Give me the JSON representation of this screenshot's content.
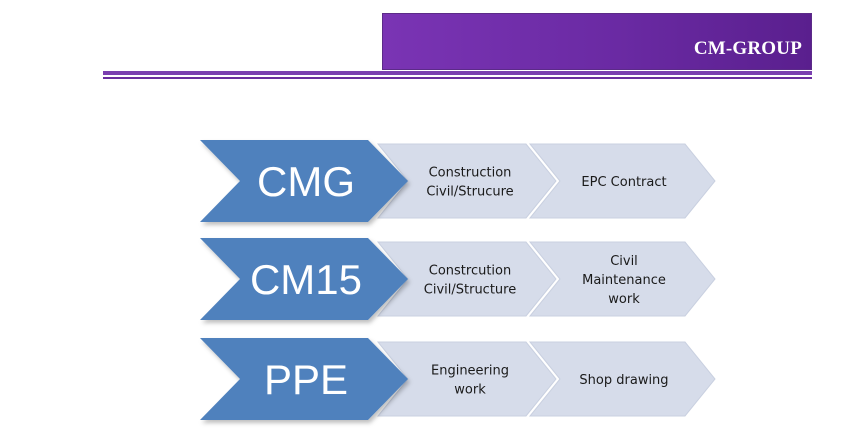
{
  "header": {
    "brand": "CM-GROUP"
  },
  "rows": [
    {
      "title": "CMG",
      "steps": [
        [
          "Construction",
          "Civil/Strucure"
        ],
        [
          "EPC Contract"
        ]
      ]
    },
    {
      "title": "CM15",
      "steps": [
        [
          "Constrcution",
          "Civil/Structure"
        ],
        [
          "Civil",
          "Maintenance",
          "work"
        ]
      ]
    },
    {
      "title": "PPE",
      "steps": [
        [
          "Engineering",
          "work"
        ],
        [
          "Shop drawing"
        ]
      ]
    }
  ],
  "colors": {
    "header": "#6e2ca8",
    "chevron_main": "#4f81bd",
    "chevron_step": "#d6dcea"
  }
}
